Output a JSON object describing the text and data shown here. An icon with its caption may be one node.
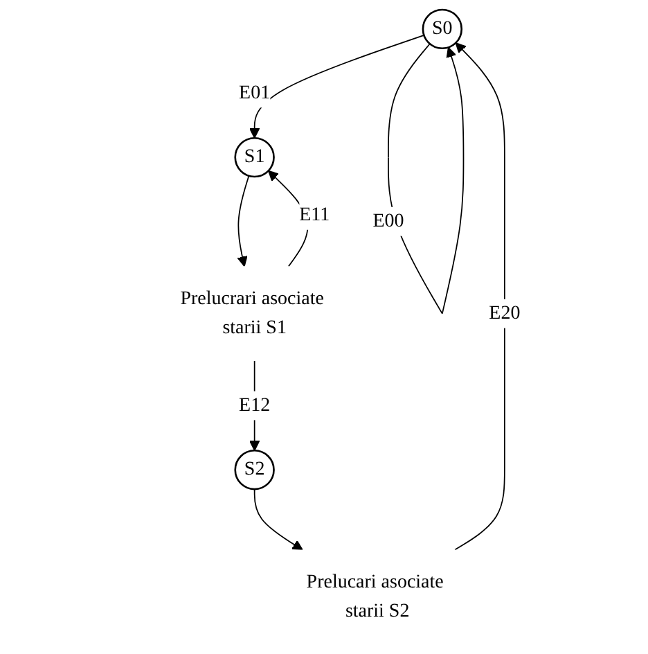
{
  "diagram": {
    "nodes": [
      {
        "text": [
          "S0"
        ]
      },
      {
        "text": [
          "S1"
        ]
      },
      {
        "text": [
          "Prelucrari asociate starii S1"
        ]
      },
      {
        "text": [
          "S2"
        ]
      },
      {
        "text": [
          "Prelucari asociate starii S2"
        ]
      }
    ],
    "edges": [
      {
        "from": 0,
        "to": 0,
        "arrow": "to",
        "label": "E00"
      },
      {
        "from": 0,
        "to": 1,
        "arrow": "to",
        "label": "E01"
      },
      {
        "from": 1,
        "to": 2,
        "arrow": "to"
      },
      {
        "from": 2,
        "to": 1,
        "arrow": "to",
        "label": "E11"
      },
      {
        "from": 2,
        "to": 3,
        "arrow": "to",
        "label": "E12"
      },
      {
        "from": 3,
        "to": 4,
        "arrow": "to"
      },
      {
        "from": 4,
        "to": 0,
        "arrow": "to",
        "label": "E20"
      }
    ]
  }
}
